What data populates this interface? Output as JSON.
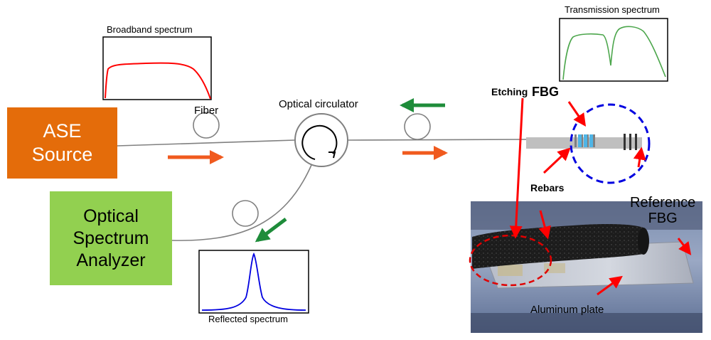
{
  "boxes": {
    "ase_line1": "ASE",
    "ase_line2": "Source",
    "osa_line1": "Optical",
    "osa_line2": "Spectrum",
    "osa_line3": "Analyzer"
  },
  "labels": {
    "broadband": "Broadband spectrum",
    "transmission": "Transmission spectrum",
    "reflected": "Reflected spectrum",
    "fiber": "Fiber",
    "circulator": "Optical circulator",
    "etching": "Etching",
    "fbg": "FBG",
    "rebars": "Rebars",
    "reference_line1": "Reference",
    "reference_line2": "FBG",
    "aluminum": "Aluminum plate"
  },
  "colors": {
    "ase": "#E46C0A",
    "osa": "#92D050",
    "broadband_curve": "#FF0000",
    "transmission_curve": "#4CA64C",
    "reflected_curve": "#0000E0",
    "forward_arrow": "#F05A1E",
    "return_arrow": "#1E8C3A",
    "pointer_arrow": "#FF0000",
    "circle_dashed": "#0000E0",
    "circle_dashed_photo": "#E00000",
    "etched_grating": "#4FB5E6"
  }
}
